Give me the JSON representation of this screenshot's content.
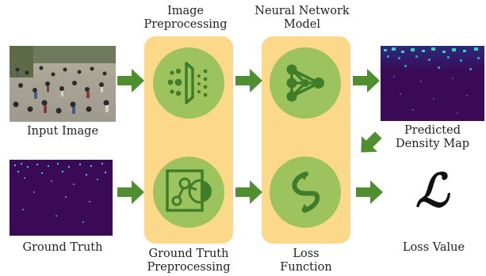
{
  "labels": {
    "image_preprocessing": [
      "Image",
      "Preprocessing"
    ],
    "neural_network_model": [
      "Neural Network",
      "Model"
    ],
    "input_image": "Input Image",
    "predicted_density_map": [
      "Predicted",
      "Density Map"
    ],
    "ground_truth": "Ground Truth",
    "ground_truth_preprocessing": [
      "Ground Truth",
      "Preprocessing"
    ],
    "loss_function": [
      "Loss",
      "Function"
    ],
    "loss_value": "Loss Value",
    "loss_symbol": "ℒ"
  },
  "icons": {
    "image_preprocessing": "filter-dots-icon",
    "neural_network_model": "neural-network-icon",
    "ground_truth_preprocessing": "node-graph-icon",
    "loss_function": "loss-swirl-icon",
    "arrows": "green-arrow-icon"
  },
  "colors": {
    "panel": "#fcd98a",
    "circle": "#9cc35e",
    "icon_stroke": "#3f7d2a",
    "arrow": "#4f8f2f",
    "density_background": "#3a0a56",
    "density_highlight": "#3fd0c0"
  }
}
